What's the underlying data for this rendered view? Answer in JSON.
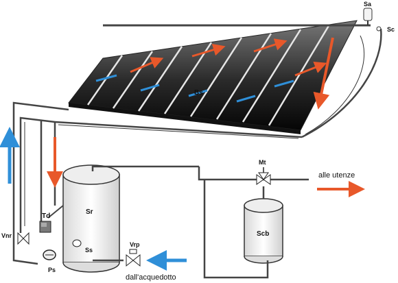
{
  "labels": {
    "sa": "Sa",
    "sc": "Sc",
    "bs": "Bs",
    "mt": "Mt",
    "sr": "Sr",
    "scb": "Scb",
    "td": "Td",
    "ss": "Ss",
    "vnr": "Vnr",
    "ps": "Ps",
    "vrp": "Vrp"
  },
  "notes": {
    "to_users": "alle utenze",
    "from_aqueduct": "dall'acquedotto"
  },
  "colors": {
    "hot_flow": "#e8582a",
    "cold_flow": "#2f8fd8",
    "pipe": "#444444",
    "panel_dark": "#1a1a1a"
  }
}
